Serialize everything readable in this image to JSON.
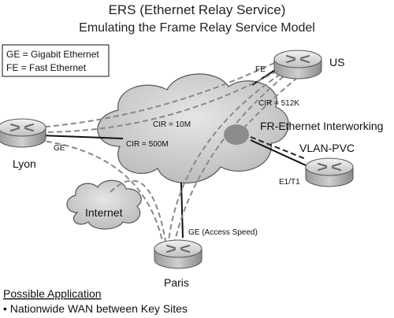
{
  "title": "ERS (Ethernet Relay Service)",
  "subtitle": "Emulating the Frame Relay Service Model",
  "legend": {
    "line1": "GE = Gigabit Ethernet",
    "line2": "FE = Fast Ethernet"
  },
  "routers": {
    "us": "US",
    "lyon": "Lyon",
    "paris": "Paris",
    "vlan_pvc": "VLAN-PVC"
  },
  "clouds": {
    "internet": "Internet"
  },
  "link_labels": {
    "fe": "FE",
    "ge_lyon": "GE",
    "ge_paris": "GE (Access Speed)",
    "e1t1": "E1/T1",
    "cir_512k": "CIR = 512K",
    "cir_10m": "CIR = 10M",
    "cir_500m": "CIR = 500M",
    "fr_eth": "FR-Ethernet Interworking"
  },
  "footer": {
    "heading": "Possible Application",
    "bullet": "• Nationwide WAN between Key Sites"
  }
}
